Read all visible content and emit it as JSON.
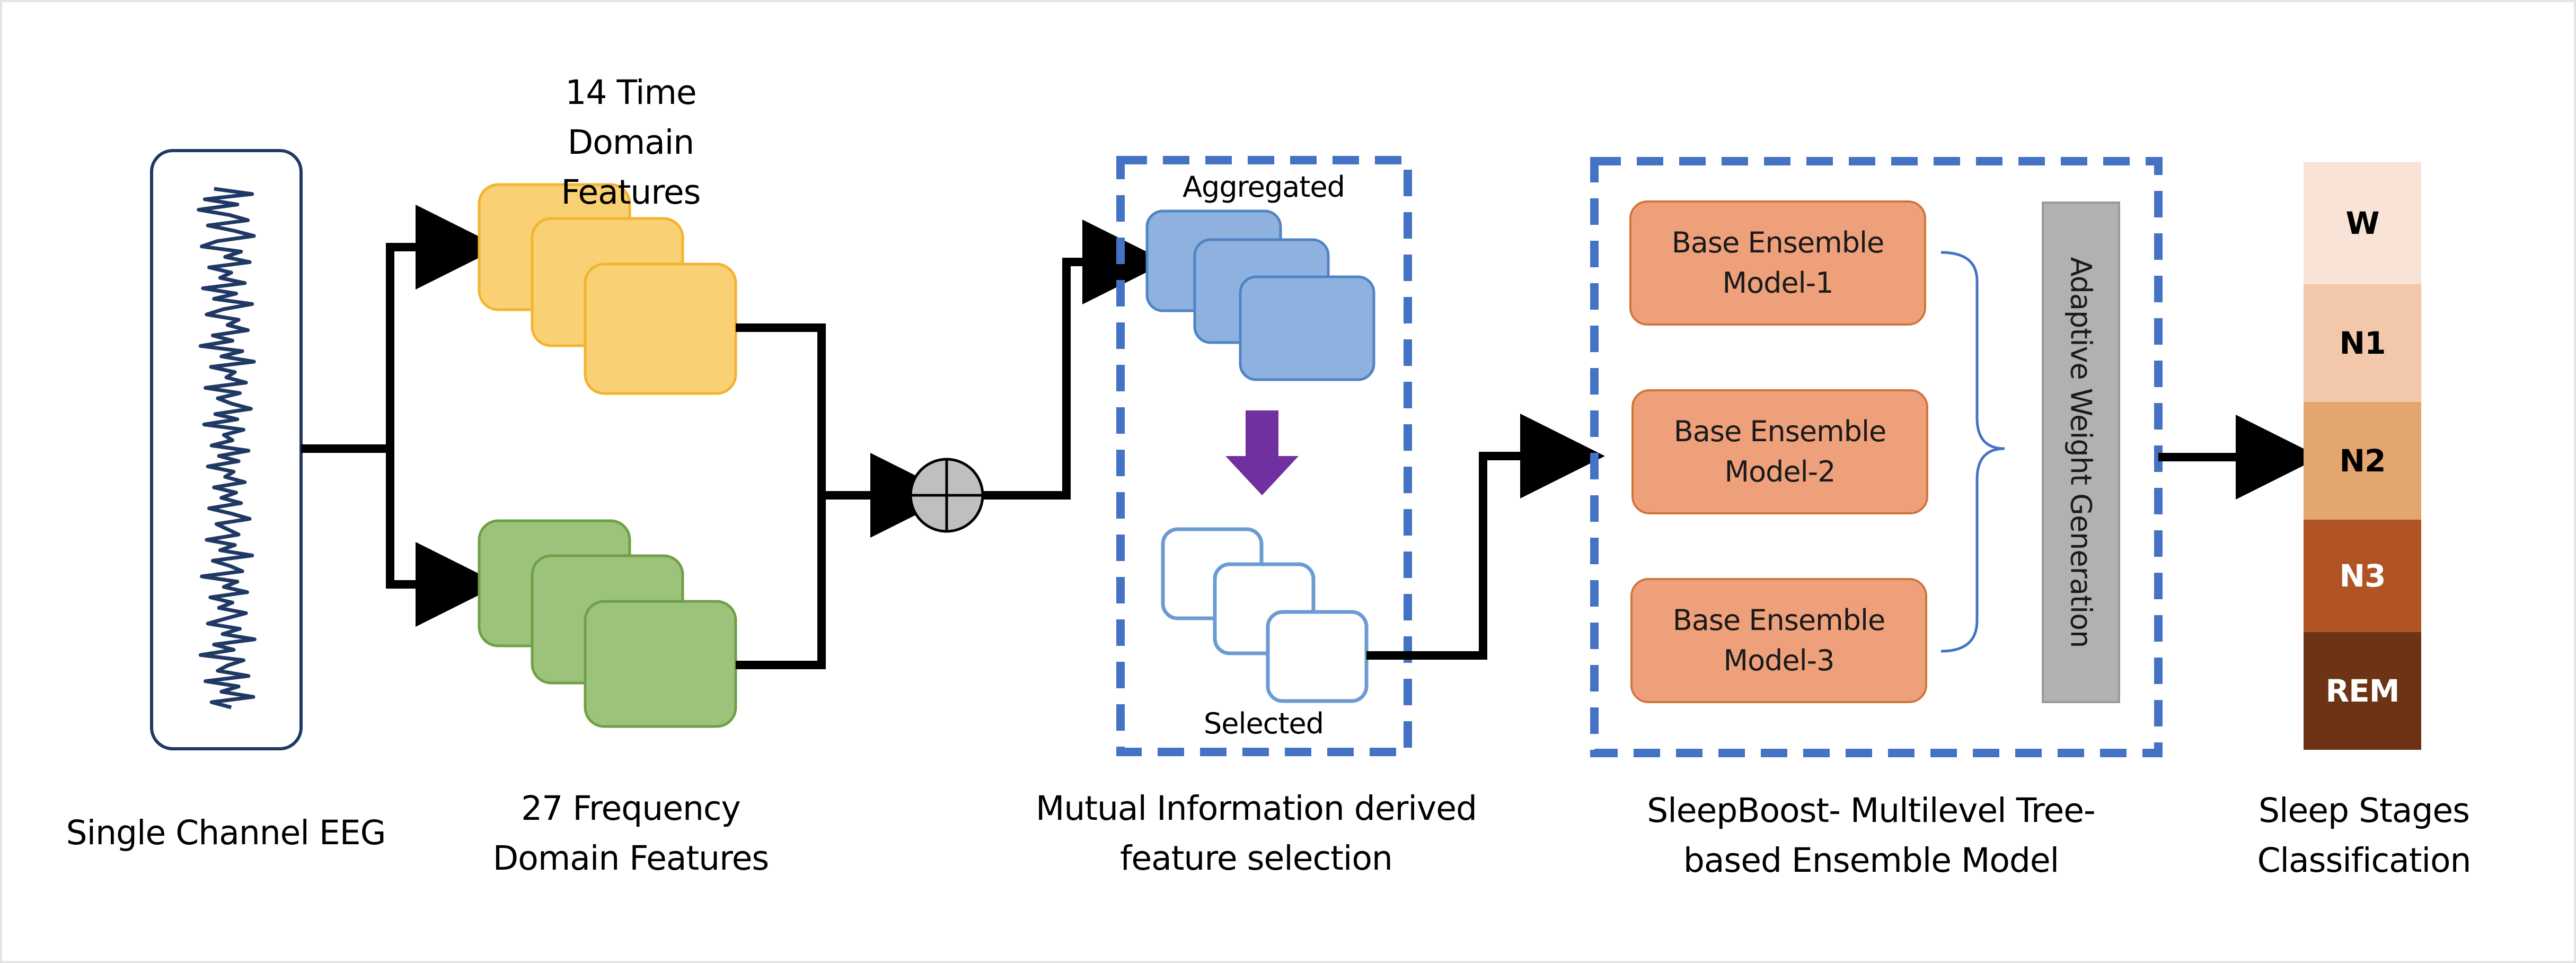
{
  "eeg": {
    "label": "Single Channel EEG",
    "signal": [
      0.3,
      0.92,
      0.15,
      0.68,
      0.05,
      0.55,
      0.85,
      0.2,
      0.62,
      0.95,
      0.35,
      0.1,
      0.74,
      0.48,
      0.88,
      0.22,
      0.58,
      0.4,
      0.8,
      0.12,
      0.66,
      0.3,
      0.92,
      0.45,
      0.18,
      0.7,
      0.52,
      0.85,
      0.28,
      0.6,
      0.08,
      0.76,
      0.42,
      0.95,
      0.25,
      0.64,
      0.5,
      0.82,
      0.16,
      0.72,
      0.36,
      0.58,
      0.9,
      0.32,
      0.68,
      0.14,
      0.78,
      0.46,
      0.6,
      0.26,
      0.86,
      0.38,
      0.7,
      0.2,
      0.62,
      0.48,
      0.8,
      0.3,
      0.66,
      0.42,
      0.74,
      0.22,
      0.58,
      0.88,
      0.34,
      0.52,
      0.7,
      0.18,
      0.64,
      0.4,
      0.92,
      0.28,
      0.56,
      0.76,
      0.1,
      0.68,
      0.46,
      0.84,
      0.24,
      0.6,
      0.38,
      0.82,
      0.5,
      0.2,
      0.72,
      0.44,
      0.96,
      0.3,
      0.62,
      0.08,
      0.78,
      0.52,
      0.36,
      0.86,
      0.16,
      0.7,
      0.42,
      0.94,
      0.26,
      0.58
    ]
  },
  "time_features": {
    "label": "14 Time Domain Features"
  },
  "freq_features": {
    "label_line1": "27 Frequency",
    "label_line2": "Domain Features"
  },
  "feature_selection": {
    "top_label": "Aggregated",
    "bottom_label": "Selected",
    "caption_line1": "Mutual Information derived",
    "caption_line2": "feature selection"
  },
  "ensemble": {
    "models": [
      {
        "line1": "Base Ensemble",
        "line2": "Model-1"
      },
      {
        "line1": "Base Ensemble",
        "line2": "Model-2"
      },
      {
        "line1": "Base Ensemble",
        "line2": "Model-3"
      }
    ],
    "adaptive_label": "Adaptive Weight Generation",
    "caption_line1": "SleepBoost- Multilevel Tree-",
    "caption_line2": "based Ensemble Model"
  },
  "stages": {
    "items": [
      {
        "name": "W",
        "color": "#f8e3d6",
        "text_color": "#000000"
      },
      {
        "name": "N1",
        "color": "#f3c8aa",
        "text_color": "#000000"
      },
      {
        "name": "N2",
        "color": "#e4a66f",
        "text_color": "#000000"
      },
      {
        "name": "N3",
        "color": "#b05423",
        "text_color": "#ffffff"
      },
      {
        "name": "REM",
        "color": "#6c3414",
        "text_color": "#ffffff"
      }
    ],
    "caption_line1": "Sleep Stages",
    "caption_line2": "Classification"
  },
  "colors": {
    "yellow_fill": "#f9d074",
    "yellow_stroke": "#f2b431",
    "green_fill": "#9dc27b",
    "green_stroke": "#6ea047",
    "blue_fill": "#8eb1df",
    "blue_stroke": "#4f84c4",
    "dashed_border": "#4472c4",
    "purple_arrow": "#7030a0",
    "eeg_signal": "#1f3864"
  }
}
